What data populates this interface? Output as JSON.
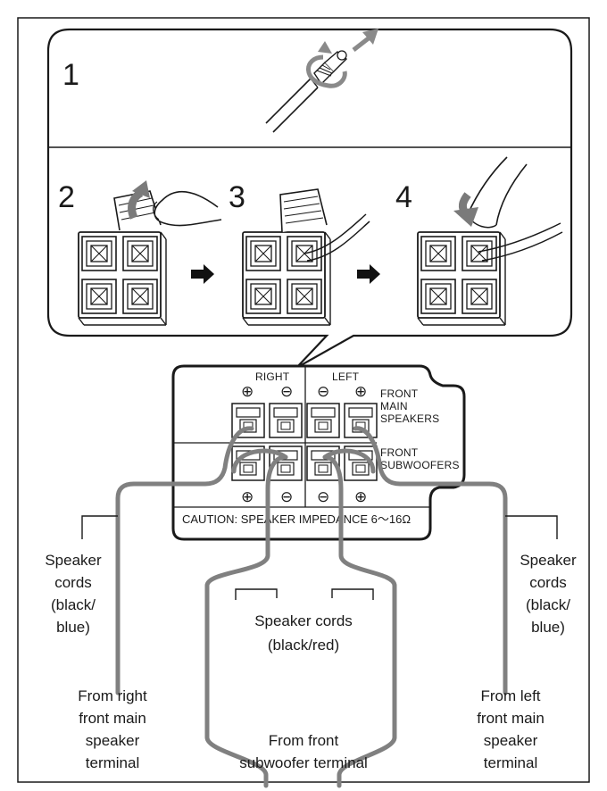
{
  "steps": {
    "s1": "1",
    "s2": "2",
    "s3": "3",
    "s4": "4"
  },
  "terminal_panel": {
    "right": "RIGHT",
    "left": "LEFT",
    "plus": "⊕",
    "minus": "⊖",
    "front_main_l1": "FRONT",
    "front_main_l2": "MAIN",
    "front_main_l3": "SPEAKERS",
    "front_sub_l1": "FRONT",
    "front_sub_l2": "SUBWOOFERS",
    "caution": "CAUTION:  SPEAKER  IMPEDANCE  6～16Ω"
  },
  "labels": {
    "left_cords": [
      "Speaker",
      "cords",
      "(black/",
      "blue)"
    ],
    "right_cords": [
      "Speaker",
      "cords",
      "(black/",
      "blue)"
    ],
    "center_cords": [
      "Speaker cords",
      "(black/red)"
    ],
    "from_right": [
      "From right",
      "front main",
      "speaker",
      "terminal"
    ],
    "from_sub": [
      "From front",
      "subwoofer terminal"
    ],
    "from_left": [
      "From left",
      "front main",
      "speaker",
      "terminal"
    ]
  },
  "colors": {
    "line": "#1a1a1a",
    "cord": "#808080",
    "arrow": "#8a8a8a"
  },
  "icons": [
    "twist-arrow-icon",
    "pull-arrow-icon",
    "right-arrow-icon",
    "lever-up-arrow-icon",
    "lever-down-arrow-icon",
    "finger-icon"
  ]
}
